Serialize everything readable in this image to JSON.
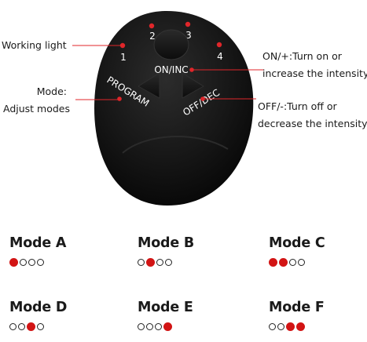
{
  "annotations": {
    "working_light": "Working light",
    "mode_line1": "Mode:",
    "mode_line2": "Adjust modes",
    "on_line1": "ON/+:Turn on or",
    "on_line2": "increase the intensity",
    "off_line1": "OFF/-:Turn off or",
    "off_line2": "decrease the intensity"
  },
  "device": {
    "light_labels": [
      "1",
      "2",
      "3",
      "4"
    ],
    "on_label": "ON/INC",
    "program_label": "PROGRAM",
    "off_label": "OFF/DEC"
  },
  "colors": {
    "body": "#141414",
    "light": "#e0262a",
    "annotation_line": "#e0262a",
    "dot_on": "#d21414"
  },
  "modes": [
    {
      "name": "Mode A",
      "lit": [
        true,
        false,
        false,
        false
      ]
    },
    {
      "name": "Mode B",
      "lit": [
        false,
        true,
        false,
        false
      ]
    },
    {
      "name": "Mode C",
      "lit": [
        true,
        true,
        false,
        false
      ]
    },
    {
      "name": "Mode D",
      "lit": [
        false,
        false,
        true,
        false
      ]
    },
    {
      "name": "Mode E",
      "lit": [
        false,
        false,
        false,
        true
      ]
    },
    {
      "name": "Mode F",
      "lit": [
        false,
        false,
        true,
        true
      ]
    }
  ]
}
